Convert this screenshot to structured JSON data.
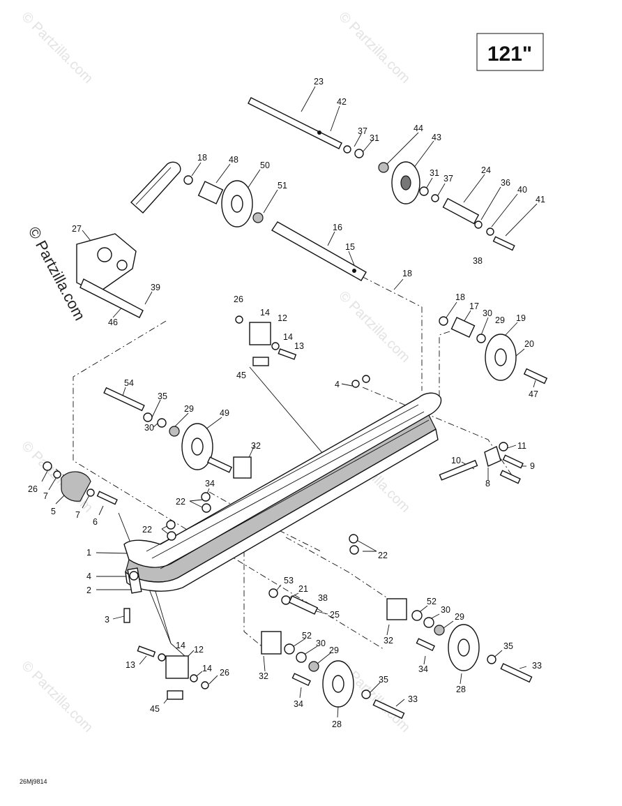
{
  "diagram": {
    "title_box": "121\"",
    "drawing_code": "26Mj9814",
    "watermark_text": "© Partzilla.com",
    "callouts": [
      {
        "id": "c23",
        "text": "23"
      },
      {
        "id": "c42",
        "text": "42"
      },
      {
        "id": "c37a",
        "text": "37"
      },
      {
        "id": "c31a",
        "text": "31"
      },
      {
        "id": "c44",
        "text": "44"
      },
      {
        "id": "c43",
        "text": "43"
      },
      {
        "id": "c18a",
        "text": "18"
      },
      {
        "id": "c48",
        "text": "48"
      },
      {
        "id": "c50",
        "text": "50"
      },
      {
        "id": "c51",
        "text": "51"
      },
      {
        "id": "c31b",
        "text": "31"
      },
      {
        "id": "c37b",
        "text": "37"
      },
      {
        "id": "c24",
        "text": "24"
      },
      {
        "id": "c36",
        "text": "36"
      },
      {
        "id": "c40",
        "text": "40"
      },
      {
        "id": "c41",
        "text": "41"
      },
      {
        "id": "c38a",
        "text": "38"
      },
      {
        "id": "c27",
        "text": "27"
      },
      {
        "id": "c16",
        "text": "16"
      },
      {
        "id": "c15",
        "text": "15"
      },
      {
        "id": "c18b",
        "text": "18"
      },
      {
        "id": "c39",
        "text": "39"
      },
      {
        "id": "c46",
        "text": "46"
      },
      {
        "id": "c26a",
        "text": "26"
      },
      {
        "id": "c14a",
        "text": "14"
      },
      {
        "id": "c12a",
        "text": "12"
      },
      {
        "id": "c14b",
        "text": "14"
      },
      {
        "id": "c13a",
        "text": "13"
      },
      {
        "id": "c45a",
        "text": "45"
      },
      {
        "id": "c18c",
        "text": "18"
      },
      {
        "id": "c17",
        "text": "17"
      },
      {
        "id": "c30a",
        "text": "30"
      },
      {
        "id": "c29a",
        "text": "29"
      },
      {
        "id": "c19",
        "text": "19"
      },
      {
        "id": "c20",
        "text": "20"
      },
      {
        "id": "c47",
        "text": "47"
      },
      {
        "id": "c54",
        "text": "54"
      },
      {
        "id": "c35a",
        "text": "35"
      },
      {
        "id": "c29b",
        "text": "29"
      },
      {
        "id": "c49",
        "text": "49"
      },
      {
        "id": "c30b",
        "text": "30"
      },
      {
        "id": "c4a",
        "text": "4"
      },
      {
        "id": "c32a",
        "text": "32"
      },
      {
        "id": "c11",
        "text": "11"
      },
      {
        "id": "c10",
        "text": "10"
      },
      {
        "id": "c9",
        "text": "9"
      },
      {
        "id": "c8",
        "text": "8"
      },
      {
        "id": "c26b",
        "text": "26"
      },
      {
        "id": "c7a",
        "text": "7"
      },
      {
        "id": "c5",
        "text": "5"
      },
      {
        "id": "c7b",
        "text": "7"
      },
      {
        "id": "c6",
        "text": "6"
      },
      {
        "id": "c34a",
        "text": "34"
      },
      {
        "id": "c22a",
        "text": "22"
      },
      {
        "id": "c22b",
        "text": "22"
      },
      {
        "id": "c22c",
        "text": "22"
      },
      {
        "id": "c1",
        "text": "1"
      },
      {
        "id": "c4b",
        "text": "4"
      },
      {
        "id": "c2",
        "text": "2"
      },
      {
        "id": "c3",
        "text": "3"
      },
      {
        "id": "c53",
        "text": "53"
      },
      {
        "id": "c21",
        "text": "21"
      },
      {
        "id": "c38b",
        "text": "38"
      },
      {
        "id": "c25",
        "text": "25"
      },
      {
        "id": "c52a",
        "text": "52"
      },
      {
        "id": "c30c",
        "text": "30"
      },
      {
        "id": "c29c",
        "text": "29"
      },
      {
        "id": "c32b",
        "text": "32"
      },
      {
        "id": "c34b",
        "text": "34"
      },
      {
        "id": "c28a",
        "text": "28"
      },
      {
        "id": "c35b",
        "text": "35"
      },
      {
        "id": "c33a",
        "text": "33"
      },
      {
        "id": "c14c",
        "text": "14"
      },
      {
        "id": "c12b",
        "text": "12"
      },
      {
        "id": "c13b",
        "text": "13"
      },
      {
        "id": "c14d",
        "text": "14"
      },
      {
        "id": "c26c",
        "text": "26"
      },
      {
        "id": "c45b",
        "text": "45"
      },
      {
        "id": "c32c",
        "text": "32"
      },
      {
        "id": "c52b",
        "text": "52"
      },
      {
        "id": "c30d",
        "text": "30"
      },
      {
        "id": "c29d",
        "text": "29"
      },
      {
        "id": "c34c",
        "text": "34"
      },
      {
        "id": "c35c",
        "text": "35"
      },
      {
        "id": "c33b",
        "text": "33"
      },
      {
        "id": "c28b",
        "text": "28"
      }
    ]
  }
}
